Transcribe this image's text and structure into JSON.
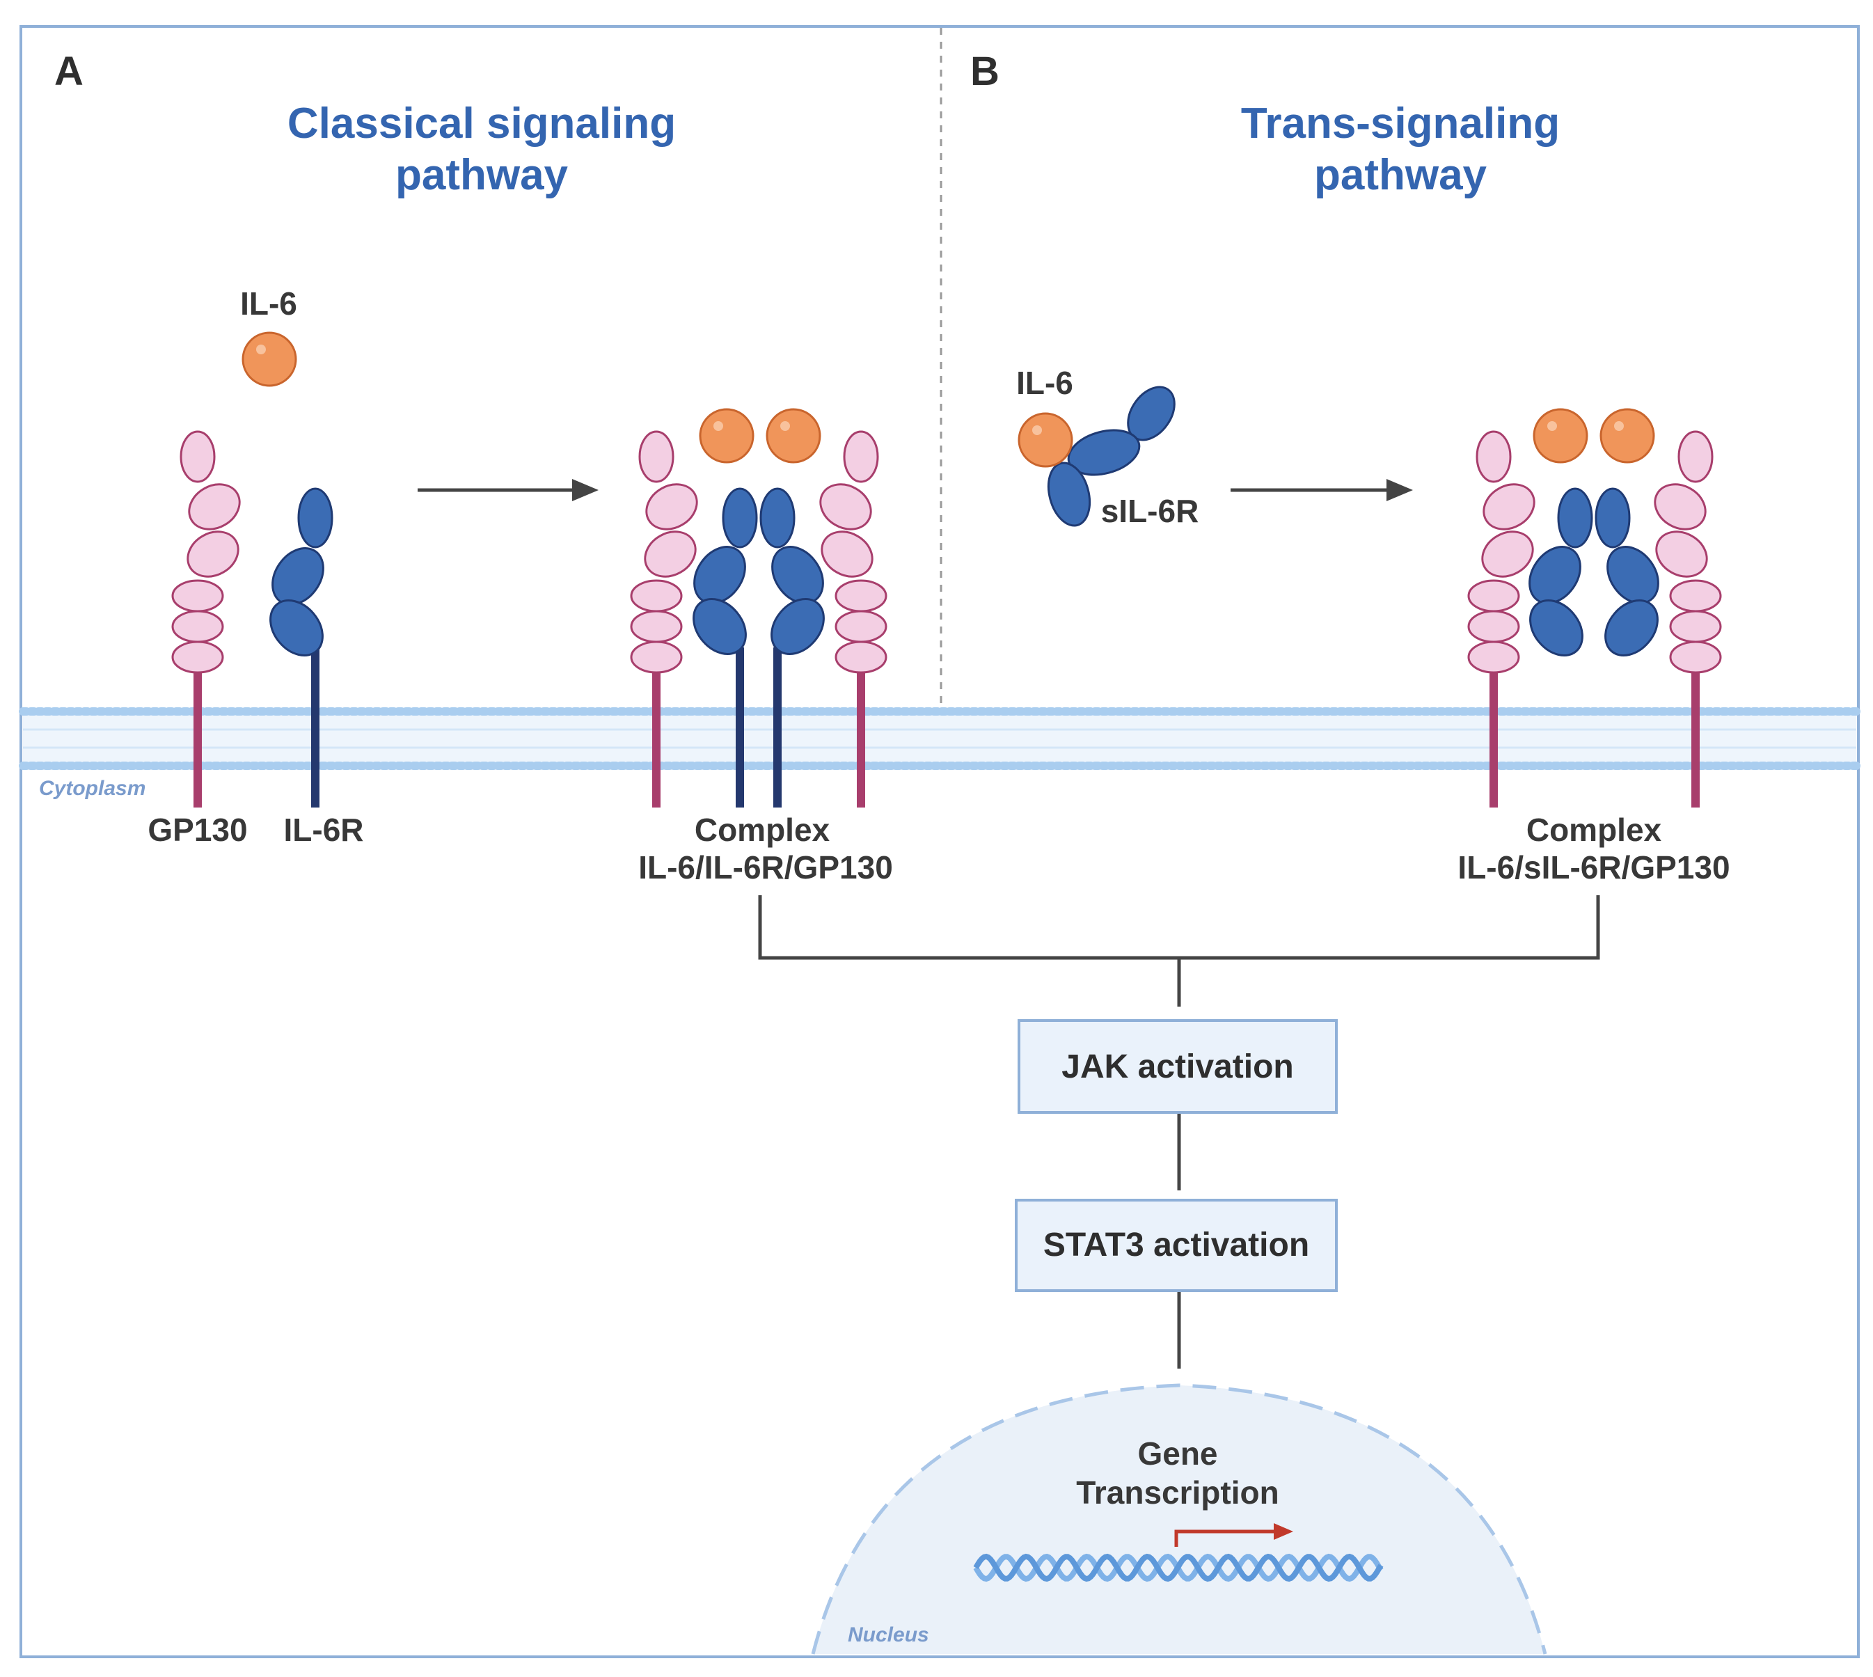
{
  "panels": {
    "a": {
      "letter": "A",
      "title_line1": "Classical signaling",
      "title_line2": "pathway",
      "ligand_label": "IL-6",
      "receptor_labels": [
        "GP130",
        "IL-6R"
      ],
      "complex_line1": "Complex",
      "complex_line2": "IL-6/IL-6R/GP130"
    },
    "b": {
      "letter": "B",
      "title_line1": "Trans-signaling",
      "title_line2": "pathway",
      "ligand_label": "IL-6",
      "soluble_receptor_label": "sIL-6R",
      "complex_line1": "Complex",
      "complex_line2": "IL-6/sIL-6R/GP130"
    }
  },
  "membrane": {
    "region_label": "Cytoplasm"
  },
  "cascade": {
    "steps": [
      "JAK activation",
      "STAT3 activation"
    ]
  },
  "nucleus": {
    "label": "Nucleus",
    "title_line1": "Gene",
    "title_line2": "Transcription"
  },
  "colors": {
    "title_blue": "#3465b0",
    "il6_orange": "#f0955a",
    "gp130_pink": "#f3cfe3",
    "gp130_stalk": "#a83e6c",
    "il6r_blue": "#3b6cb4",
    "il6r_stalk": "#24386e",
    "membrane_blue": "#b9d6f0",
    "box_fill": "#eaf2fb",
    "box_border": "#8fb0d8",
    "nucleus_fill": "#eaf1f9",
    "transcription_arrow": "#c1392b"
  }
}
